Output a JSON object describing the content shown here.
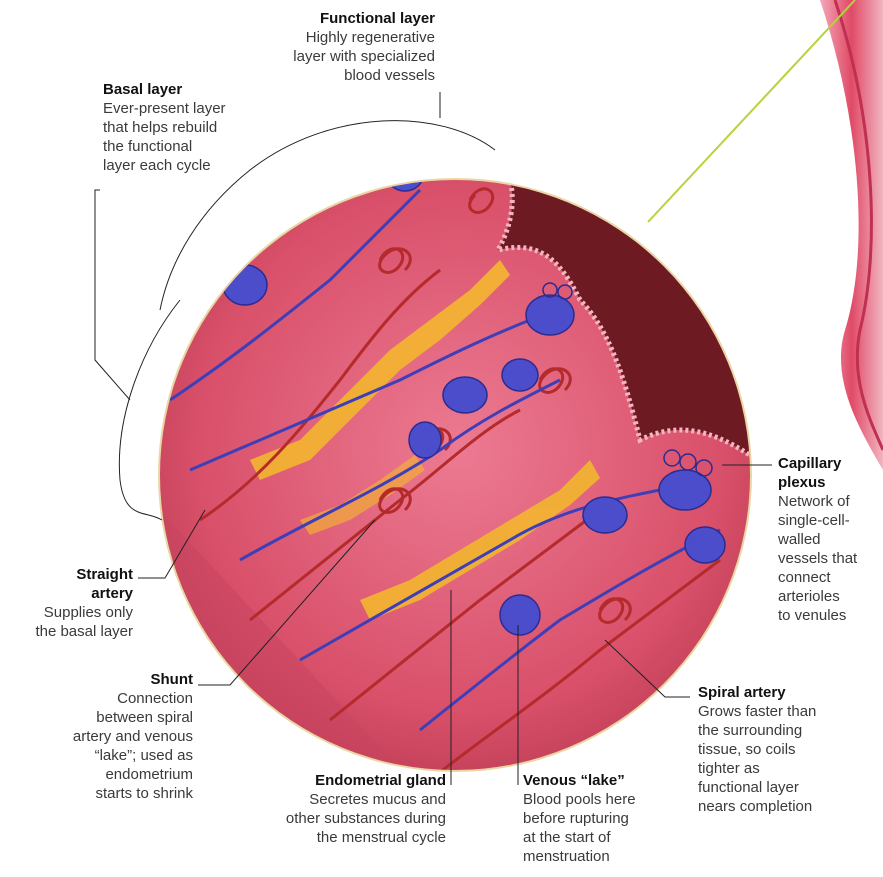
{
  "labels": {
    "functional_layer": {
      "title": "Functional layer",
      "desc": [
        "Highly regenerative",
        "layer with specialized",
        "blood vessels"
      ]
    },
    "basal_layer": {
      "title": "Basal layer",
      "desc": [
        "Ever-present layer",
        "that helps rebuild",
        "the functional",
        "layer each cycle"
      ]
    },
    "straight_artery": {
      "title": [
        "Straight",
        "artery"
      ],
      "desc": [
        "Supplies only",
        "the basal layer"
      ]
    },
    "shunt": {
      "title": "Shunt",
      "desc": [
        "Connection",
        "between spiral",
        "artery and venous",
        "“lake”; used as",
        "endometrium",
        "starts to shrink"
      ]
    },
    "endometrial_gland": {
      "title": "Endometrial gland",
      "desc": [
        "Secretes mucus and",
        "other substances during",
        "the menstrual cycle"
      ]
    },
    "venous_lake": {
      "title": "Venous “lake”",
      "desc": [
        "Blood pools here",
        "before rupturing",
        "at the start of",
        "menstruation"
      ]
    },
    "spiral_artery": {
      "title": "Spiral artery",
      "desc": [
        "Grows faster than",
        "the surrounding",
        "tissue, so coils",
        "tighter as",
        "functional layer",
        "nears completion"
      ]
    },
    "capillary_plexus": {
      "title": [
        "Capillary",
        "plexus"
      ],
      "desc": [
        "Network of",
        "single-cell-",
        "walled",
        "vessels that",
        "connect",
        "arterioles",
        "to venules"
      ]
    }
  },
  "colors": {
    "tissue": "#d9506a",
    "tissue_light": "#e8728a",
    "lumen": "#6e1a22",
    "vein": "#3e3fb8",
    "artery": "#b52a2a",
    "gland": "#f2b233",
    "rim": "#e9d8a8",
    "pointer": "#b8d23a",
    "wall": "#d8405e"
  }
}
